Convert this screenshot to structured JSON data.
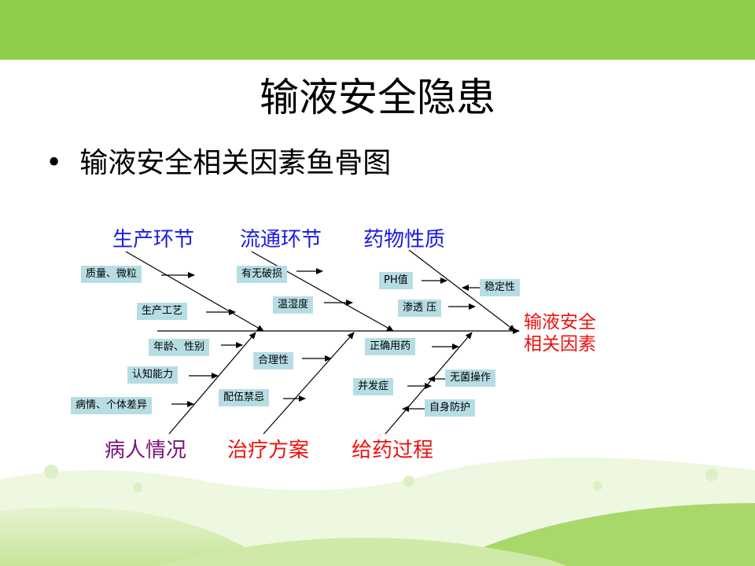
{
  "title": "输液安全隐患",
  "bullet": "输液安全相关因素鱼骨图",
  "diagram": {
    "effect_line1": "输液安全",
    "effect_line2": "相关因素",
    "categories": {
      "production": "生产环节",
      "circulation": "流通环节",
      "drug_nature": "药物性质",
      "patient": "病人情况",
      "treatment": "治疗方案",
      "administration": "给药过程"
    },
    "factors": {
      "quality": "质量、微粒",
      "process": "生产工艺",
      "damage": "有无破损",
      "humidity": "温湿度",
      "ph": "PH值",
      "stability": "稳定性",
      "osmotic": "渗透 压",
      "age_gender": "年龄、性别",
      "cognition": "认知能力",
      "condition": "病情、个体差异",
      "rationality": "合理性",
      "incompatibility": "配伍禁忌",
      "correct_drug": "正确用药",
      "complication": "并发症",
      "aseptic": "无菌操作",
      "self_protection": "自身防护"
    }
  }
}
